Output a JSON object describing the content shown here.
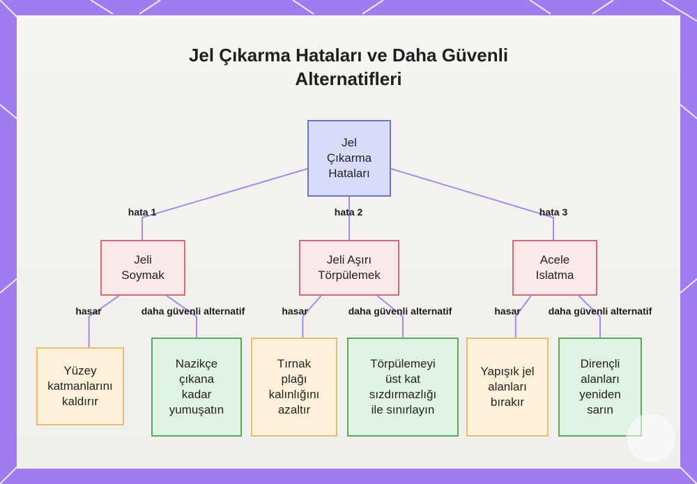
{
  "title": [
    "Jel Çıkarma Hataları ve Daha Güvenli",
    "Alternatifleri"
  ],
  "colors": {
    "frame": "#a07cf0",
    "link": "#a58ae6",
    "root_fill": "#d8dcf8",
    "root_border": "#6575c9",
    "mid_fill": "#fde8ea",
    "mid_border": "#d26a78",
    "bad_fill": "#fdf1da",
    "bad_border": "#e8bd6d",
    "good_fill": "#e1f3e3",
    "good_border": "#56a95d"
  },
  "root": {
    "label": "Jel\nÇıkarma\nHataları"
  },
  "branches": [
    {
      "edge_label": "hata 1",
      "label": "Jeli\nSoymak",
      "damage_label": "hasar",
      "damage": "Yüzey\nkatmanlarını\nkaldırır",
      "alt_label": "daha güvenli alternatif",
      "alternative": "Nazikçe\nçıkana\nkadar\nyumuşatın"
    },
    {
      "edge_label": "hata 2",
      "label": "Jeli Aşırı\nTörpülemek",
      "damage_label": "hasar",
      "damage": "Tırnak\nplağı\nkalınlığını\nazaltır",
      "alt_label": "daha güvenli alternatif",
      "alternative": "Törpülemeyi\nüst kat\nsızdırmazlığı\nile sınırlayın"
    },
    {
      "edge_label": "hata 3",
      "label": "Acele\nIslatma",
      "damage_label": "hasar",
      "damage": "Yapışık jel\nalanları\nbırakır",
      "alt_label": "daha güvenli alternatif",
      "alternative": "Dirençli\nalanları\nyeniden\nsarın"
    }
  ]
}
